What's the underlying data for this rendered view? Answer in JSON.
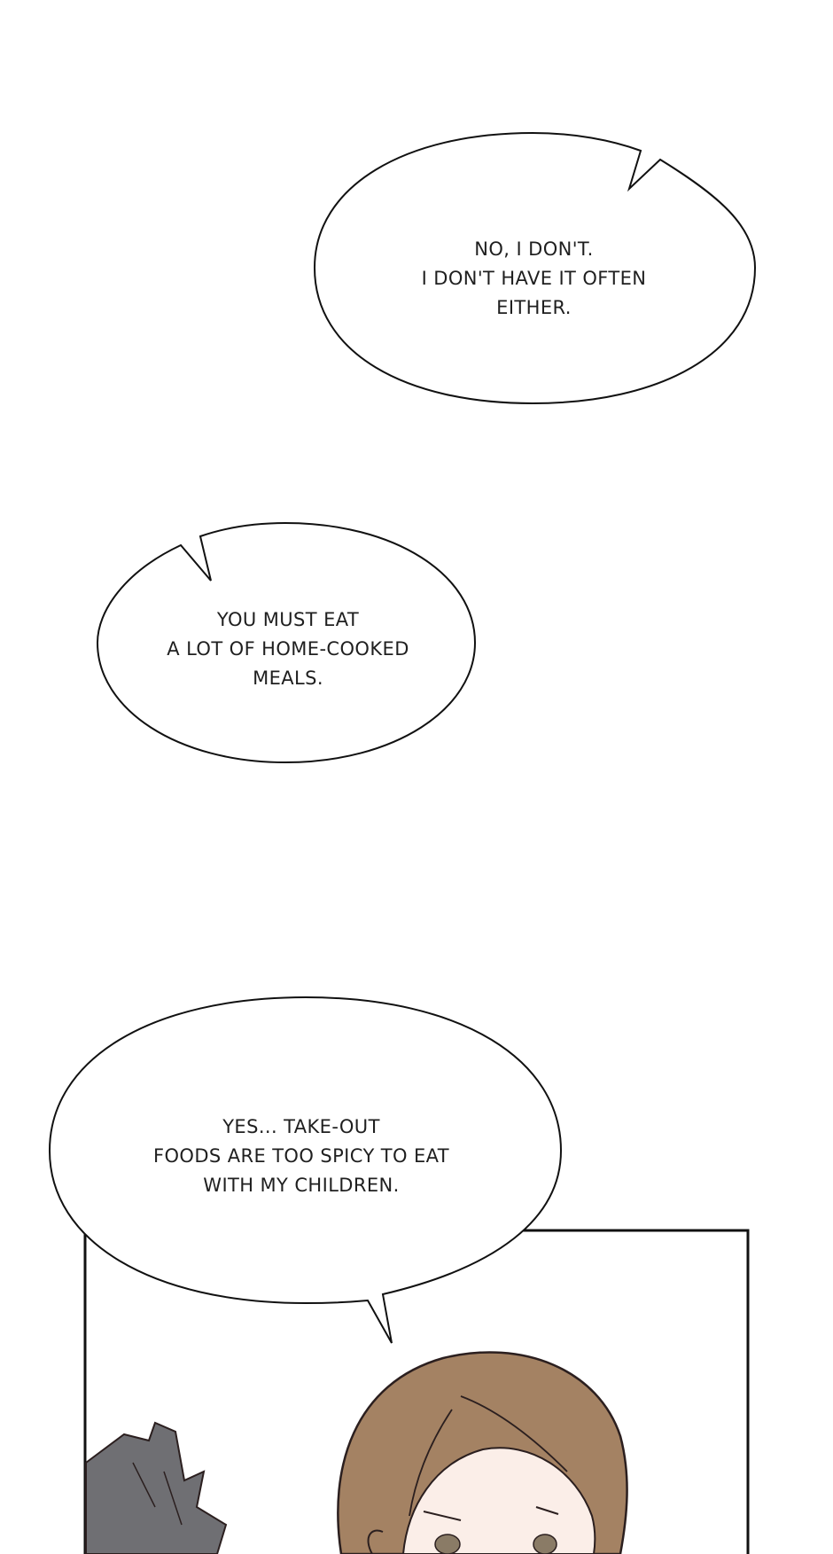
{
  "bubbles": [
    {
      "lines": [
        "NO, I DON'T.",
        "I DON'T HAVE IT OFTEN",
        "EITHER."
      ]
    },
    {
      "lines": [
        "YOU MUST EAT",
        "A LOT OF HOME-COOKED",
        "MEALS."
      ]
    },
    {
      "lines": [
        "YES... TAKE-OUT",
        "FOODS ARE TOO SPICY TO EAT",
        "WITH MY CHILDREN."
      ]
    }
  ],
  "colors": {
    "background": "#ffffff",
    "outline": "#111111",
    "hair_brown": "#a48263",
    "hair_dark_gray": "#6f6f73",
    "skin": "#fbeee8",
    "eye": "#8a7b66"
  },
  "icons": [
    "speech-bubble",
    "character-dark-hair",
    "character-brown-hair"
  ]
}
